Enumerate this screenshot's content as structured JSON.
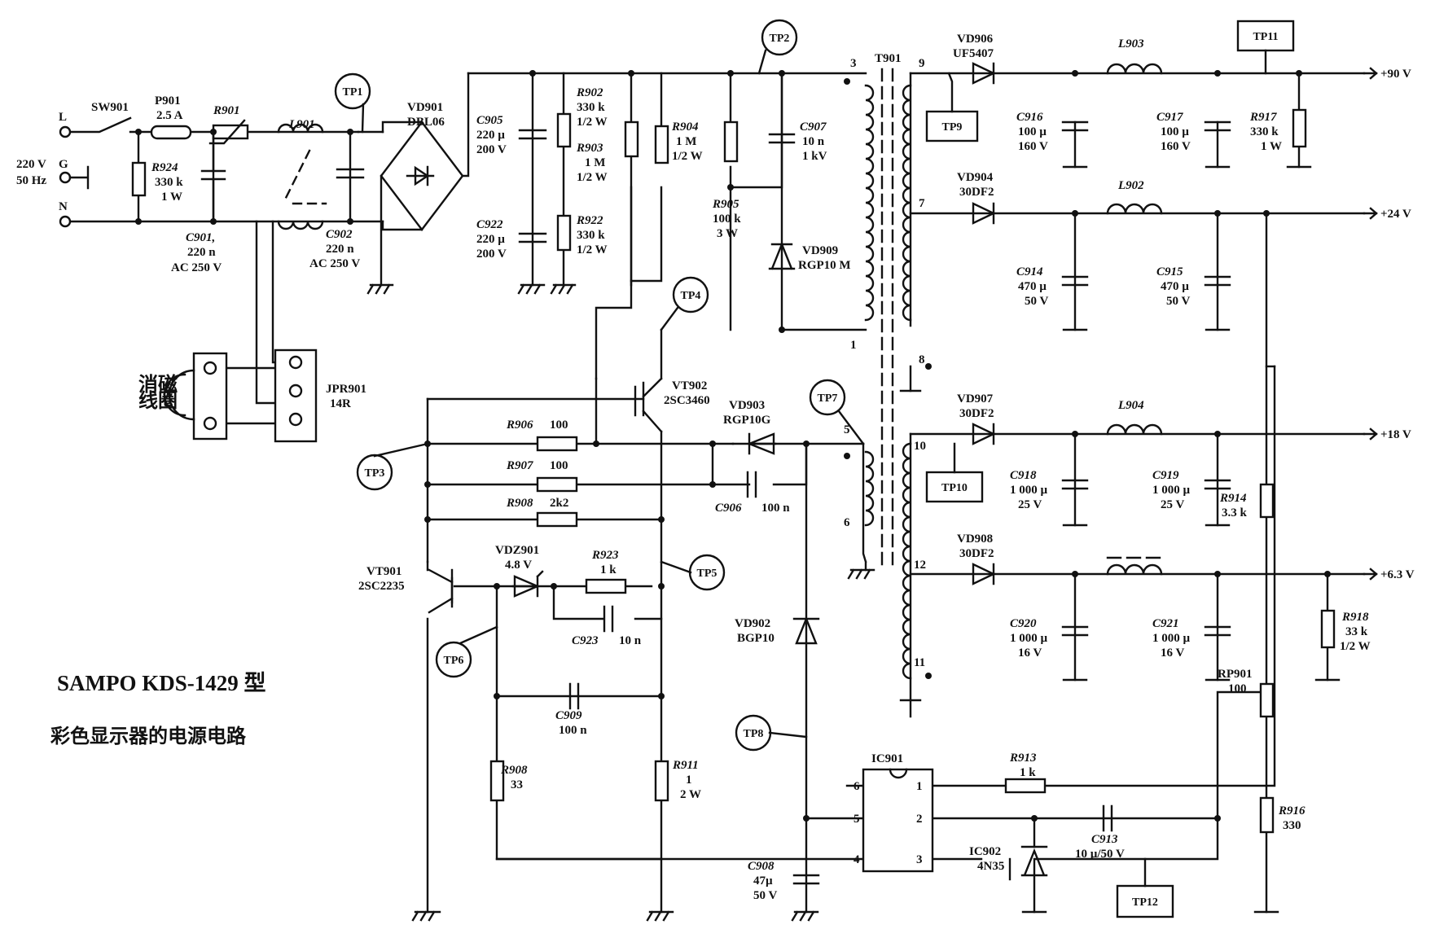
{
  "title": {
    "model": "SAMPO KDS-1429 型",
    "subtitle": "彩色显示器的电源电路"
  },
  "input": {
    "live": "L",
    "ground": "G",
    "neutral": "N",
    "mains_v": "220 V",
    "mains_f": "50 Hz",
    "switch": "SW901"
  },
  "connector": {
    "name": "JPR901",
    "value": "14R",
    "coil_l1": "消磁",
    "coil_l2": "线圈"
  },
  "outputs": {
    "v90": "+90 V",
    "v24": "+24 V",
    "v18": "+18 V",
    "v63": "+6.3 V"
  },
  "transformer": {
    "name": "T901",
    "pins": {
      "p1": "1",
      "p3": "3",
      "p5": "5",
      "p6": "6",
      "p7": "7",
      "p8": "8",
      "p9": "9",
      "p10": "10",
      "p11": "11",
      "p12": "12"
    }
  },
  "ic901": {
    "name": "IC901",
    "p1": "1",
    "p2": "2",
    "p3": "3",
    "p4": "4",
    "p5": "5",
    "p6": "6"
  },
  "testpoints": [
    "TP1",
    "TP2",
    "TP3",
    "TP4",
    "TP5",
    "TP6",
    "TP7",
    "TP8",
    "TP9",
    "TP10",
    "TP11",
    "TP12"
  ],
  "components": {
    "P901": [
      "P901",
      "2.5 A"
    ],
    "R901": [
      "R901"
    ],
    "R924": [
      "R924",
      "330 k",
      "1 W"
    ],
    "C901": [
      "C901,",
      "220 n",
      "AC 250 V"
    ],
    "L901": [
      "L901"
    ],
    "C902": [
      "C902",
      "220 n",
      "AC 250 V"
    ],
    "VD901": [
      "VD901",
      "DBL06"
    ],
    "C905": [
      "C905",
      "220 µ",
      "200 V"
    ],
    "C922": [
      "C922",
      "220 µ",
      "200 V"
    ],
    "R902": [
      "R902",
      "330 k",
      "1/2 W"
    ],
    "R903": [
      "R903",
      "1 M",
      "1/2 W"
    ],
    "R922": [
      "R922",
      "330 k",
      "1/2 W"
    ],
    "R904": [
      "R904",
      "1 M",
      "1/2 W"
    ],
    "R905": [
      "R905",
      "100 k",
      "3 W"
    ],
    "C907": [
      "C907",
      "10 n",
      "1 kV"
    ],
    "VD909": [
      "VD909",
      "RGP10 M"
    ],
    "VT902": [
      "VT902",
      "2SC3460"
    ],
    "VD903": [
      "VD903",
      "RGP10G"
    ],
    "R906": [
      "R906",
      "100"
    ],
    "R907": [
      "R907",
      "100"
    ],
    "R908a": [
      "R908",
      "2k2"
    ],
    "C906": [
      "C906",
      "100 n"
    ],
    "VT901": [
      "VT901",
      "2SC2235"
    ],
    "VDZ901": [
      "VDZ901",
      "4.8 V"
    ],
    "R923": [
      "R923",
      "1 k"
    ],
    "C923": [
      "C923",
      "10 n"
    ],
    "C909": [
      "C909",
      "100 n"
    ],
    "R908b": [
      "R908",
      "33"
    ],
    "R911": [
      "R911",
      "1",
      "2 W"
    ],
    "VD902": [
      "VD902",
      "BGP10"
    ],
    "C908": [
      "C908",
      "47µ",
      "50 V"
    ],
    "VD906": [
      "VD906",
      "UF5407"
    ],
    "L903": [
      "L903"
    ],
    "C916": [
      "C916",
      "100 µ",
      "160 V"
    ],
    "C917": [
      "C917",
      "100 µ",
      "160 V"
    ],
    "R917": [
      "R917",
      "330 k",
      "1 W"
    ],
    "VD904": [
      "VD904",
      "30DF2"
    ],
    "L902": [
      "L902"
    ],
    "C914": [
      "C914",
      "470 µ",
      "50 V"
    ],
    "C915": [
      "C915",
      "470 µ",
      "50 V"
    ],
    "VD907": [
      "VD907",
      "30DF2"
    ],
    "L904": [
      "L904"
    ],
    "C918": [
      "C918",
      "1 000 µ",
      "25 V"
    ],
    "C919": [
      "C919",
      "1 000 µ",
      "25 V"
    ],
    "R914": [
      "R914",
      "3.3 k"
    ],
    "VD908": [
      "VD908",
      "30DF2"
    ],
    "C920": [
      "C920",
      "1 000 µ",
      "16 V"
    ],
    "C921": [
      "C921",
      "1 000 µ",
      "16 V"
    ],
    "R918": [
      "R918",
      "33 k",
      "1/2 W"
    ],
    "RP901": [
      "RP901",
      "100"
    ],
    "R913": [
      "R913",
      "1 k"
    ],
    "C913": [
      "C913",
      "10 µ/50 V"
    ],
    "IC902": [
      "IC902",
      "4N35"
    ],
    "R916": [
      "R916",
      "330"
    ]
  }
}
